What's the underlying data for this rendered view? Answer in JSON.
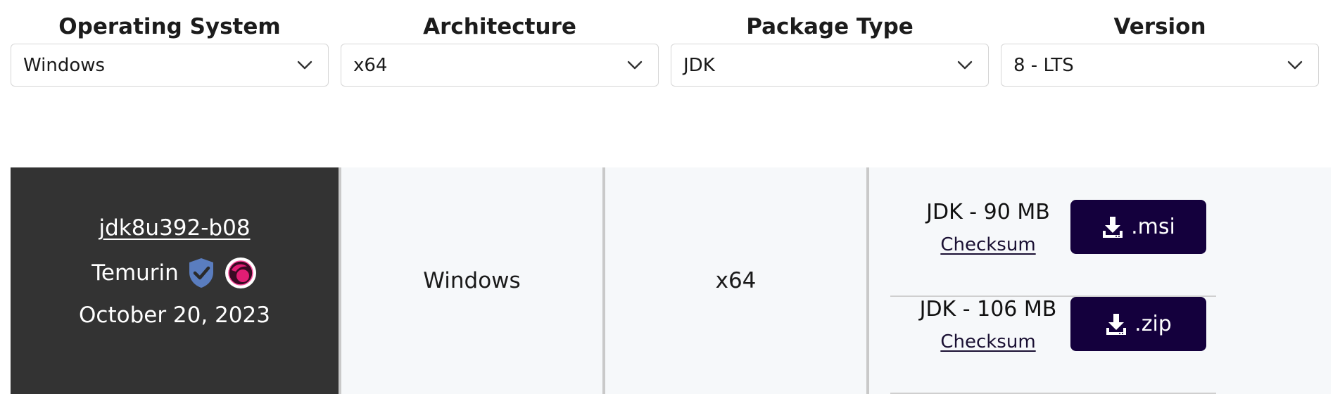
{
  "filters": [
    {
      "label": "Operating System",
      "value": "Windows"
    },
    {
      "label": "Architecture",
      "value": "x64"
    },
    {
      "label": "Package Type",
      "value": "JDK"
    },
    {
      "label": "Version",
      "value": "8 - LTS"
    }
  ],
  "release": {
    "name": "jdk8u392-b08",
    "vendor": "Temurin",
    "date": "October 20, 2023",
    "os": "Windows",
    "arch": "x64"
  },
  "packages": [
    {
      "size": "JDK - 90 MB",
      "checksum": "Checksum",
      "ext": ".msi"
    },
    {
      "size": "JDK - 106 MB",
      "checksum": "Checksum",
      "ext": ".zip"
    }
  ],
  "icons": {
    "select_chevron": "chevron-down-icon",
    "verified": "verified-shield-icon",
    "badge": "adoptium-badge-icon",
    "download": "download-icon"
  },
  "colors": {
    "release_cell_bg": "#333333",
    "row_bg": "#f6f8fa",
    "button_bg": "#14003d",
    "shield": "#5a7dbf",
    "badge_pink": "#e11d74"
  }
}
